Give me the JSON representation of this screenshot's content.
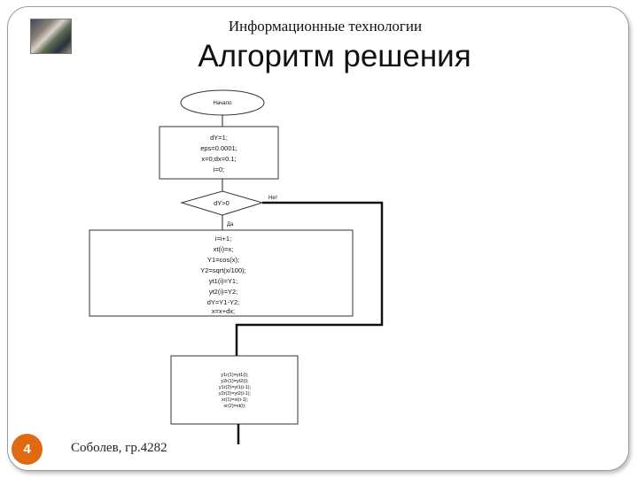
{
  "header": {
    "subject": "Информационные технологии",
    "title": "Алгоритм решения"
  },
  "flowchart": {
    "start": "Начало",
    "init_lines": [
      "dY=1;",
      "eps=0.0001;",
      "x=0;dx=0.1;",
      "i=0;"
    ],
    "condition": "dY>0",
    "no_label": "Нет",
    "yes_label": "Да",
    "loop_lines": [
      "i=i+1;",
      "xt(i)=x;",
      "Y1=cos(x);",
      "Y2=sqrt(x/100);",
      "yt1(i)=Y1;",
      "yt2(i)=Y2;",
      "dY=Y1-Y2;",
      "x=x+dx;"
    ],
    "final_lines": [
      "y1r(1)=yt1(i);",
      "y2r(1)=yt2(i);",
      "y1r(2)=yt1(i-1);",
      "y2r(2)=yt2(i-1);",
      "xr(1)=xt(i-1);",
      "xr(2)=xt(i);"
    ]
  },
  "footer": {
    "slide_number": "4",
    "author": "Соболев, гр.4282"
  },
  "colors": {
    "badge": "#e06a12",
    "frame": "#9a9a9a"
  }
}
